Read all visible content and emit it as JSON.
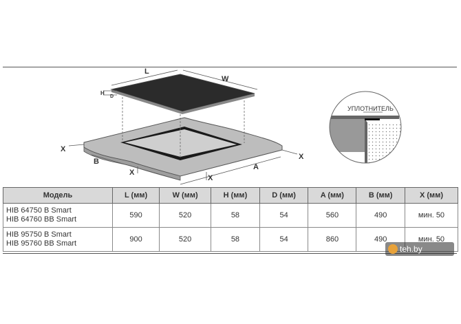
{
  "diagram": {
    "labels": {
      "L": "L",
      "W": "W",
      "H": "H",
      "D": "D",
      "A": "A",
      "B": "B",
      "X_left": "X",
      "X_bottom1": "X",
      "X_bottom2": "X",
      "X_right": "X"
    },
    "seal_label": "УПЛОТНИТЕЛЬ"
  },
  "table": {
    "headers": [
      "Модель",
      "L (мм)",
      "W (мм)",
      "H (мм)",
      "D (мм)",
      "A (мм)",
      "B (мм)",
      "X (мм)"
    ],
    "rows": [
      {
        "model_1": "HIB 64750 B Smart",
        "model_2": "HIB 64760 BB Smart",
        "L": "590",
        "W": "520",
        "H": "58",
        "D": "54",
        "A": "560",
        "B": "490",
        "X": "мин. 50"
      },
      {
        "model_1": "HIB 95750 B Smart",
        "model_2": "HIB 95760 BB Smart",
        "L": "900",
        "W": "520",
        "H": "58",
        "D": "54",
        "A": "860",
        "B": "490",
        "X": "мин. 50"
      }
    ]
  },
  "watermark": "teh.by"
}
